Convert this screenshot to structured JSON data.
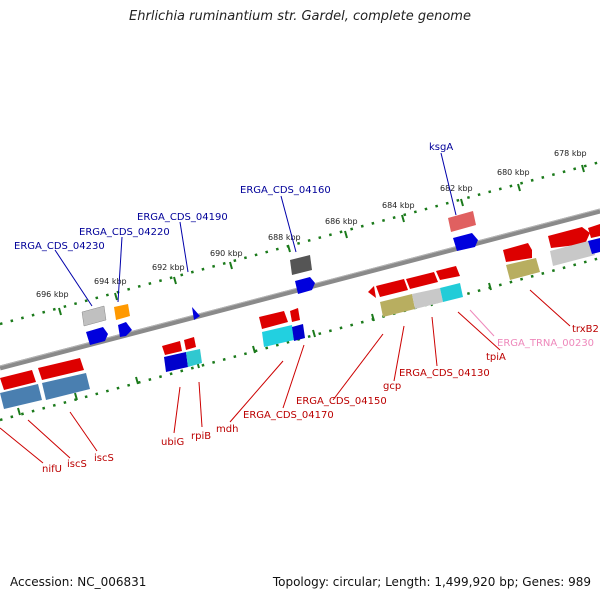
{
  "title": "Ehrlichia ruminantium str. Gardel, complete genome",
  "footer": {
    "accession": "Accession: NC_006831",
    "topology": "Topology: circular; Length: 1,499,920 bp; Genes: 989"
  },
  "colors": {
    "forward_cds": "#dd0000",
    "reverse_cds": "#0000cc",
    "backbone": "#808080",
    "ticks": "#1b7a1b",
    "label_forward": "#000099",
    "label_reverse": "#bb0000",
    "label_rna": "#ee88bb"
  },
  "tick_labels": [
    "678 kbp",
    "680 kbp",
    "682 kbp",
    "684 kbp",
    "686 kbp",
    "688 kbp",
    "690 kbp",
    "692 kbp",
    "694 kbp",
    "696 kbp"
  ],
  "forward_labels": [
    "ksgA",
    "ERGA_CDS_04160",
    "ERGA_CDS_04190",
    "ERGA_CDS_04220",
    "ERGA_CDS_04230"
  ],
  "reverse_labels": [
    "trxB2",
    "ERGA_TRNA_00230",
    "tpiA",
    "ERGA_CDS_04130",
    "gcp",
    "ERGA_CDS_04150",
    "ERGA_CDS_04170",
    "mdh",
    "rpiB",
    "ubiG",
    "iscS",
    "iscS",
    "nifU"
  ]
}
